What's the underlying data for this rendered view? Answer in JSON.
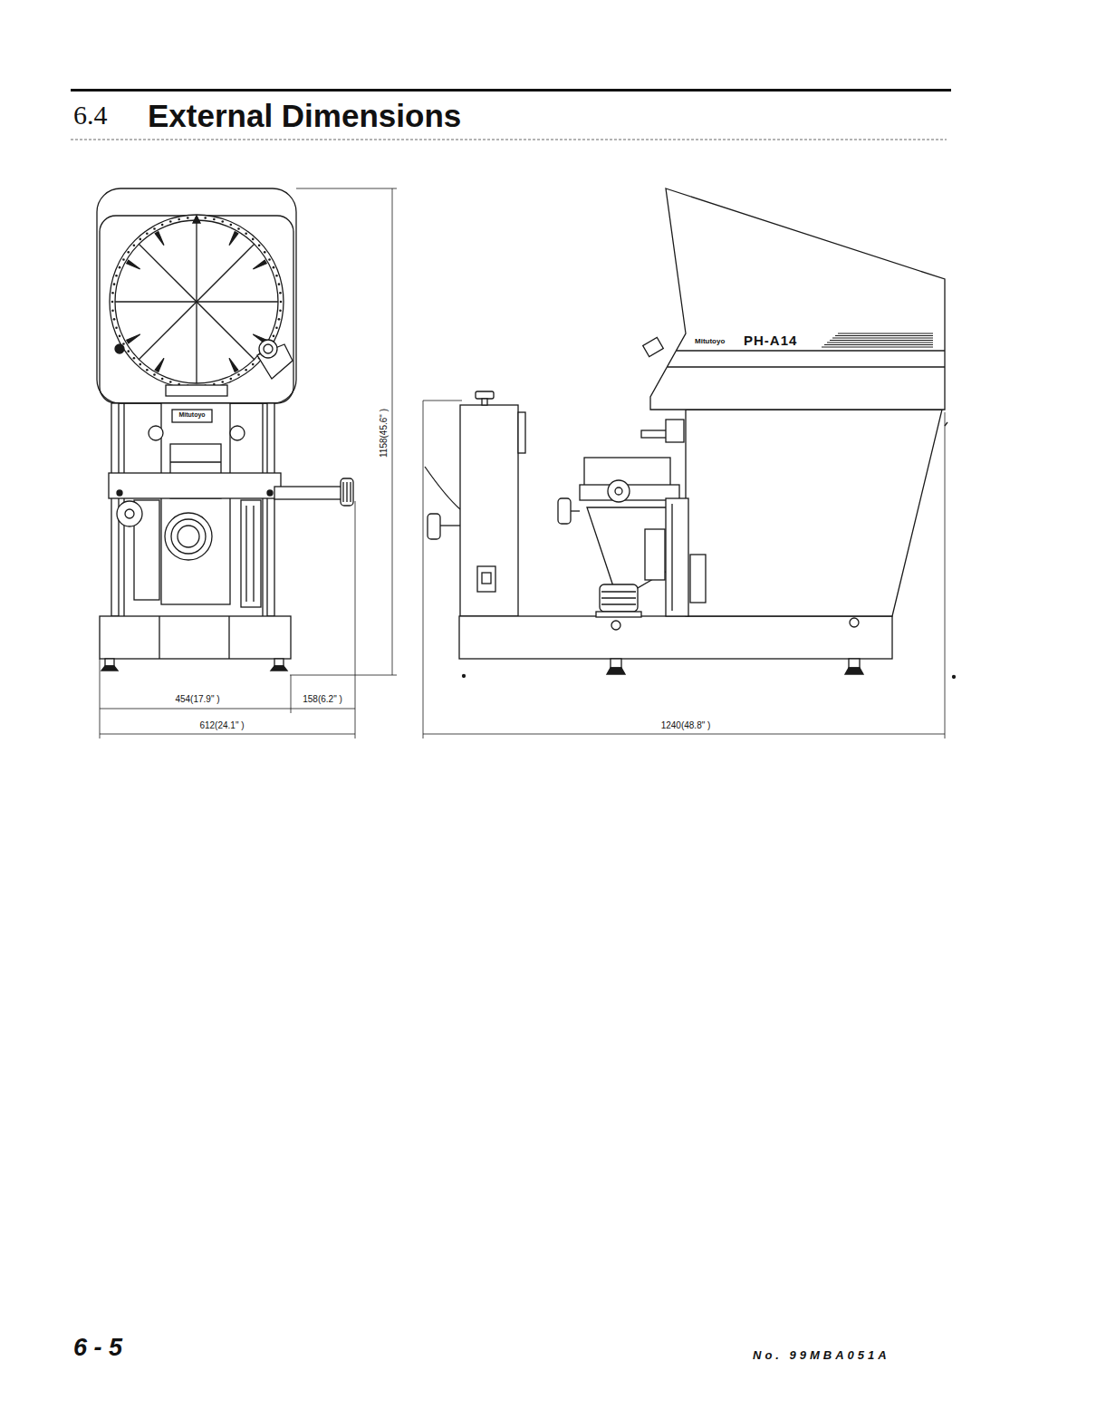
{
  "diagram": {
    "title": "External Dimensions",
    "labels": [
      "6.4",
      "Mitutoyo",
      "Mitutoyo",
      "PH-A14",
      "1158(45.6\" )",
      "454(17.9\" )",
      "158(6.2\" )",
      "612(24.1\" )",
      "1240(48.8\" )",
      "6 - 5",
      "No. 99MBA051A"
    ]
  }
}
